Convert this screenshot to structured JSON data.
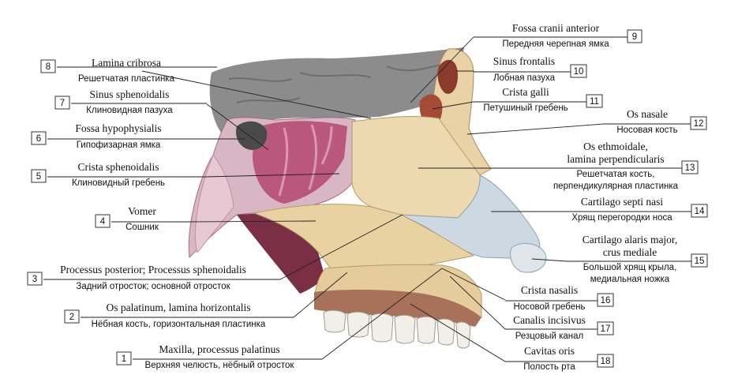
{
  "labels": [
    {
      "num": "1",
      "latin": "Maxilla, processus palatinus",
      "russian": "Верхняя челюсть, нёбный отросток"
    },
    {
      "num": "2",
      "latin": "Os palatinum, lamina horizontalis",
      "russian": "Нёбная кость, горизонтальная пластинка"
    },
    {
      "num": "3",
      "latin": "Processus posterior; Processus sphenoidalis",
      "russian": "Задний отросток; основной отросток"
    },
    {
      "num": "4",
      "latin": "Vomer",
      "russian": "Сошник"
    },
    {
      "num": "5",
      "latin": "Crista sphenoidalis",
      "russian": "Клиновидный гребень"
    },
    {
      "num": "6",
      "latin": "Fossa hypophysialis",
      "russian": "Гипофизарная ямка"
    },
    {
      "num": "7",
      "latin": "Sinus sphenoidalis",
      "russian": "Клиновидная пазуха"
    },
    {
      "num": "8",
      "latin": "Lamina cribrosa",
      "russian": "Решетчатая пластинка"
    },
    {
      "num": "9",
      "latin": "Fossa cranii anterior",
      "russian": "Передняя черепная ямка"
    },
    {
      "num": "10",
      "latin": "Sinus frontalis",
      "russian": "Лобная пазуха"
    },
    {
      "num": "11",
      "latin": "Crista galli",
      "russian": "Петушиный гребень"
    },
    {
      "num": "12",
      "latin": "Os nasale",
      "russian": "Носовая кость"
    },
    {
      "num": "13",
      "latin": "Os ethmoidale,",
      "latin2": "lamina perpendicularis",
      "russian": "Решетчатая кость,",
      "russian2": "перпендикулярная пластинка"
    },
    {
      "num": "14",
      "latin": "Cartilago septi nasi",
      "russian": "Хрящ перегородки носа"
    },
    {
      "num": "15",
      "latin": "Cartilago alaris major,",
      "latin2": "crus mediale",
      "russian": "Большой хрящ крыла,",
      "russian2": "медиальная ножка"
    },
    {
      "num": "16",
      "latin": "Crista nasalis",
      "russian": "Носовой гребень"
    },
    {
      "num": "17",
      "latin": "Canalis incisivus",
      "russian": "Резцовый канал"
    },
    {
      "num": "18",
      "latin": "Cavitas oris",
      "russian": "Полость рта"
    }
  ],
  "colors": {
    "bone": "#ecd9b0",
    "bone_shade": "#d8bf8c",
    "sinus": "#b9587a",
    "sinus_light": "#dba4b8",
    "cartilage": "#cdd9e2",
    "palate": "#a8715a",
    "brain": "#8a8a8a",
    "teeth": "#f1efe8"
  }
}
